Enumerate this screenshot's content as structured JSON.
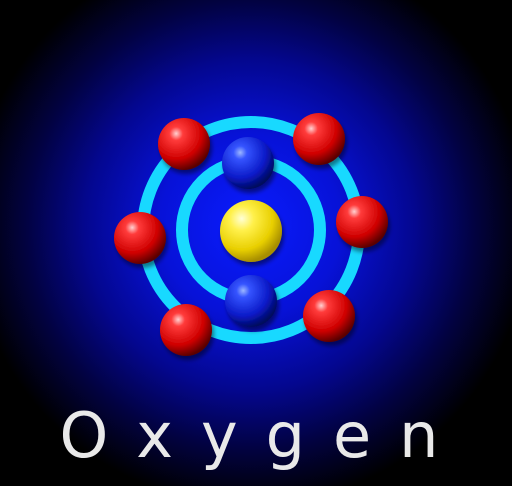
{
  "diagram": {
    "title": "Oxygen",
    "colors": {
      "background_center": "#0a1cff",
      "background_edge": "#000000",
      "orbit": "#18d9ff",
      "nucleus": "#ffe600",
      "inner_electron": "#1a2cff",
      "outer_electron": "#e10000",
      "label": "#e9e9e9"
    },
    "atom": {
      "nucleus_count": 1,
      "shells": [
        {
          "name": "inner-shell",
          "electron_count": 2
        },
        {
          "name": "outer-shell",
          "electron_count": 6
        }
      ]
    }
  }
}
